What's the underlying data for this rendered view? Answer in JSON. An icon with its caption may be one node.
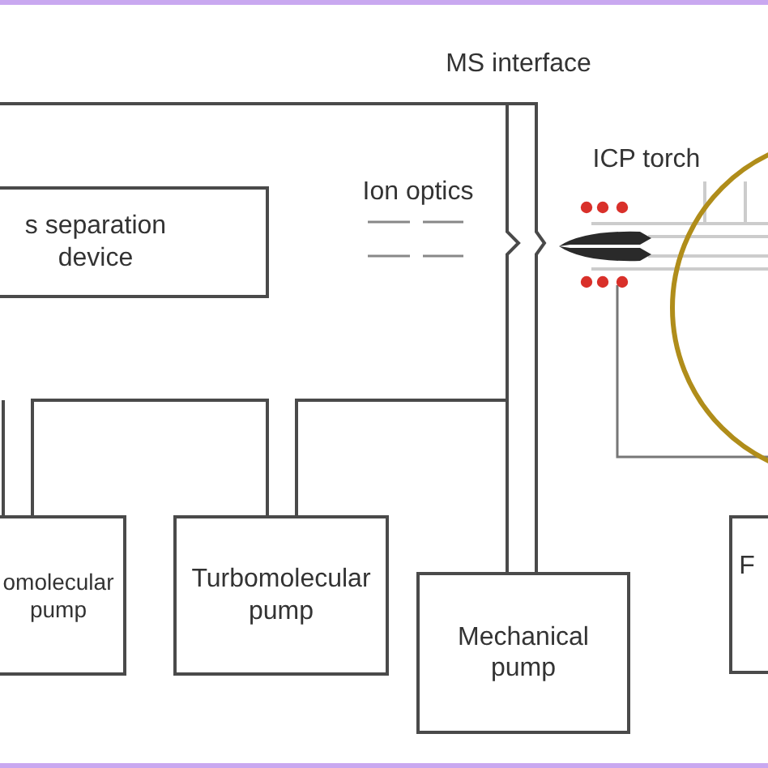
{
  "diagram": {
    "nodes": [
      {
        "text": [
          "s separation device"
        ]
      },
      {
        "text": [
          "omolecular pump"
        ]
      },
      {
        "text": [
          "Turbomolecular pump"
        ]
      },
      {
        "text": [
          "Mechanical pump"
        ]
      },
      {
        "text": [
          "F"
        ]
      }
    ],
    "labels": [
      "MS interface",
      "Ion optics",
      "ICP torch"
    ]
  }
}
